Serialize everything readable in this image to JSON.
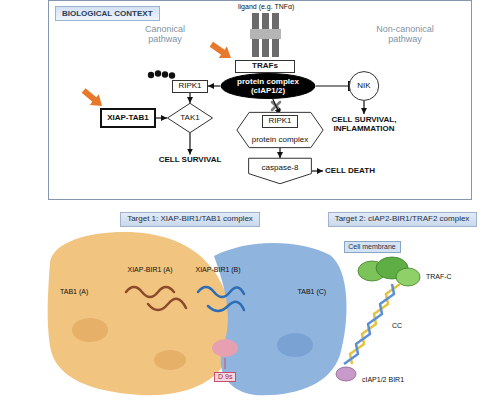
{
  "diagram": {
    "nodes": [
      {
        "text": [
          "BIOLOGICAL CONTEXT"
        ]
      },
      {
        "text": [
          "TRAFs"
        ],
        "in": 0
      },
      {
        "text": [
          "protein complex (cIAP1/2)"
        ],
        "in": 0
      },
      {
        "text": [
          "RIPK1"
        ],
        "in": 0
      },
      {
        "text": [
          "TAK1"
        ],
        "in": 0
      },
      {
        "text": [
          "XIAP-TAB1"
        ],
        "in": 0
      },
      {
        "text": [
          "CELL SURVIVAL"
        ],
        "in": 0
      },
      {
        "text": [
          "NIK"
        ],
        "in": 0
      },
      {
        "text": [
          "CELL SURVIVAL, INFLAMMATION"
        ],
        "in": 0
      },
      {
        "text": [
          "protein complex"
        ],
        "in": 0
      },
      {
        "text": [
          "RIPK1"
        ],
        "in": 9
      },
      {
        "text": [
          "caspase-8"
        ],
        "in": 0
      },
      {
        "text": [
          "CELL DEATH"
        ],
        "in": 0
      },
      {
        "text": [
          "Target 1: XIAP-BIR1/TAB1 complex"
        ]
      },
      {
        "text": [
          "Target 2: cIAP2-BIR1/TRAF2 complex"
        ]
      },
      {
        "text": [
          "Cell membrane"
        ]
      }
    ],
    "edges": [
      {
        "from": 2,
        "to": 3,
        "arrow": "to"
      },
      {
        "from": 3,
        "to": 4,
        "arrow": "to"
      },
      {
        "from": 5,
        "to": 4,
        "arrow": "to"
      },
      {
        "from": 4,
        "to": 6,
        "arrow": "to"
      },
      {
        "from": 2,
        "to": 7,
        "arrow": "to"
      },
      {
        "from": 7,
        "to": 8,
        "arrow": "to"
      },
      {
        "from": 2,
        "to": 10,
        "arrow": "to"
      },
      {
        "from": 9,
        "to": 11,
        "arrow": "to"
      },
      {
        "from": 11,
        "to": 12,
        "arrow": "to"
      }
    ],
    "labels": [
      "ligand (e.g. TNFα)",
      "Canonical pathway",
      "Non-canonical pathway",
      "TAB1 (A)",
      "XIAP-BIR1 (A)",
      "XIAP-BIR1 (B)",
      "TAB1 (C)",
      "D 9s",
      "TRAF-C",
      "CC",
      "cIAP1/2 BIR1"
    ]
  }
}
